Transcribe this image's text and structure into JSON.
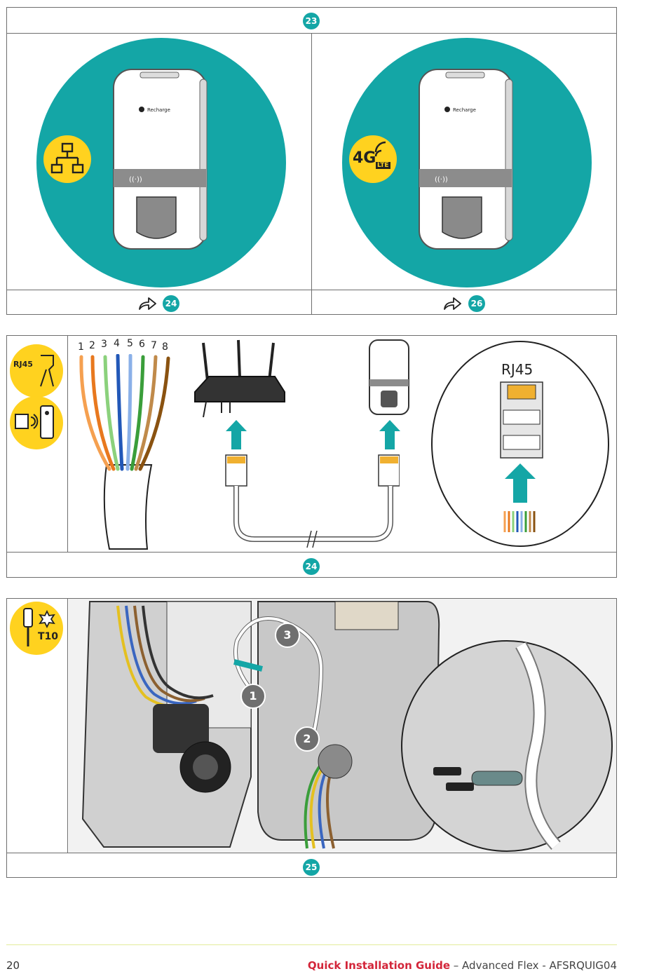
{
  "panel1": {
    "step": "23",
    "left": {
      "icon": "network-icon",
      "next_step": "24"
    },
    "right": {
      "icon": "4g-lte-icon",
      "icon_text": "4G",
      "icon_subtext": "LTE",
      "next_step": "26"
    }
  },
  "panel2": {
    "step": "24",
    "tool_icons": [
      "rj45-crimp-tool-icon",
      "cable-tester-icon"
    ],
    "tool_icon_text": "RJ45",
    "wire_numbers": [
      "1",
      "2",
      "3",
      "4",
      "5",
      "6",
      "7",
      "8"
    ],
    "connector_label": "RJ45"
  },
  "panel3": {
    "step": "25",
    "tool_icon": "torx-screwdriver-icon",
    "tool_icon_text": "T10",
    "callouts": [
      "1",
      "2",
      "3"
    ]
  },
  "footer": {
    "page_number": "20",
    "title_bold": "Quick Installation Guide",
    "title_rest": " – Advanced Flex - AFSRQUIG04"
  },
  "colors": {
    "teal": "#14a6a6",
    "yellow": "#ffd21f",
    "red": "#d3263a"
  }
}
